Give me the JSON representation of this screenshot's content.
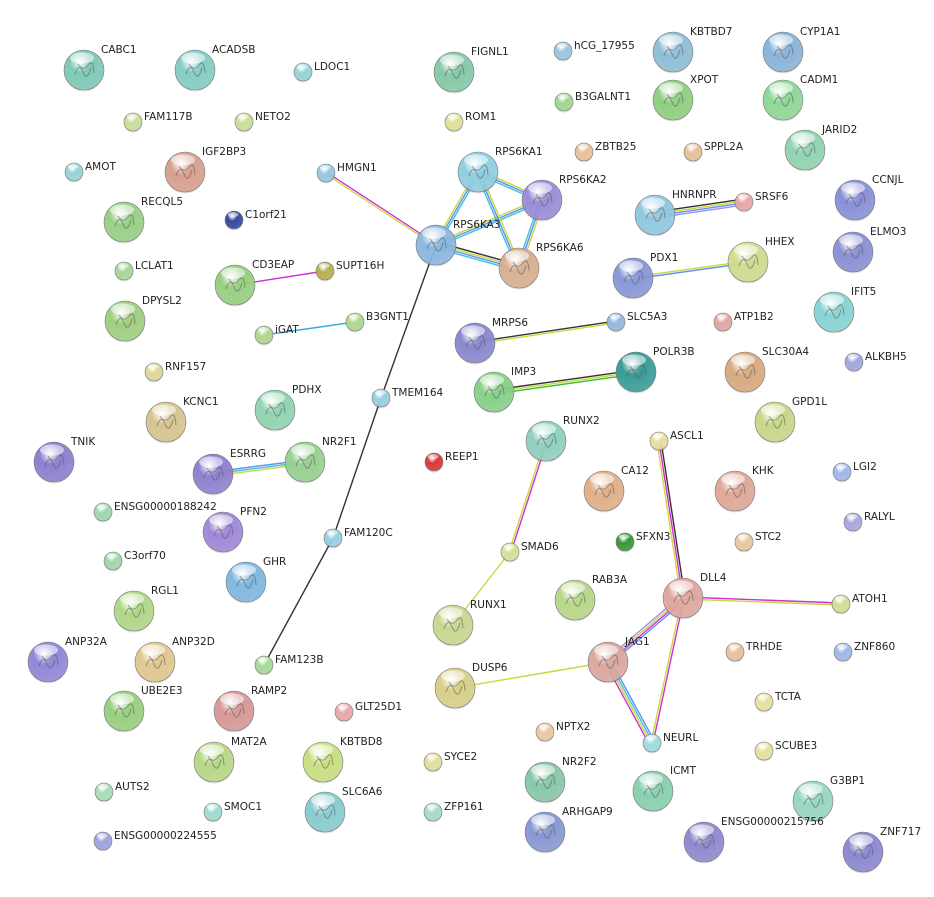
{
  "title": "STRING protein interaction network",
  "nodes": [
    {
      "label": "CABC1",
      "color": "#7fc9b8",
      "structure": true
    },
    {
      "label": "ACADSB",
      "color": "#84cdc6",
      "structure": true
    },
    {
      "label": "FIGNL1",
      "color": "#86c9a8",
      "structure": true
    },
    {
      "label": "KBTBD7",
      "color": "#8fbfd6",
      "structure": true
    },
    {
      "label": "CYP1A1",
      "color": "#8ab4d8",
      "structure": true
    },
    {
      "label": "XPOT",
      "color": "#8fd080",
      "structure": true
    },
    {
      "label": "CADM1",
      "color": "#90d898",
      "structure": true
    },
    {
      "label": "JARID2",
      "color": "#90d4b0",
      "structure": true
    },
    {
      "label": "IGF2BP3",
      "color": "#d8a090",
      "structure": true
    },
    {
      "label": "RPS6KA1",
      "color": "#90cfe0",
      "structure": true
    },
    {
      "label": "RPS6KA2",
      "color": "#9a8ed8",
      "structure": true
    },
    {
      "label": "CCNJL",
      "color": "#8a90d8",
      "structure": true
    },
    {
      "label": "RECQL5",
      "color": "#98d088",
      "structure": true
    },
    {
      "label": "HNRNPR",
      "color": "#90c8e0",
      "structure": true
    },
    {
      "label": "RPS6KA3",
      "color": "#8cb8e0",
      "structure": true
    },
    {
      "label": "RPS6KA6",
      "color": "#d8b090",
      "structure": true
    },
    {
      "label": "ELMO3",
      "color": "#8a90d4",
      "structure": true
    },
    {
      "label": "CD3EAP",
      "color": "#98d080",
      "structure": true
    },
    {
      "label": "PDX1",
      "color": "#8898d8",
      "structure": true
    },
    {
      "label": "HHEX",
      "color": "#d0dc90",
      "structure": true
    },
    {
      "label": "DPYSL2",
      "color": "#a0d080",
      "structure": true
    },
    {
      "label": "IFIT5",
      "color": "#88d4d4",
      "structure": true
    },
    {
      "label": "MRPS6",
      "color": "#8a88d0",
      "structure": true
    },
    {
      "label": "POLR3B",
      "color": "#3a9c98",
      "structure": true
    },
    {
      "label": "SLC30A4",
      "color": "#d8aa80",
      "structure": true
    },
    {
      "label": "IMP3",
      "color": "#88d088",
      "structure": true
    },
    {
      "label": "KCNC1",
      "color": "#d8c490",
      "structure": true
    },
    {
      "label": "PDHX",
      "color": "#90d4b0",
      "structure": true
    },
    {
      "label": "GPD1L",
      "color": "#c8d888",
      "structure": true
    },
    {
      "label": "TNIK",
      "color": "#8c80d0",
      "structure": true
    },
    {
      "label": "ESRRG",
      "color": "#9080d0",
      "structure": true
    },
    {
      "label": "NR2F1",
      "color": "#98d090",
      "structure": true
    },
    {
      "label": "RUNX2",
      "color": "#90d0c0",
      "structure": true
    },
    {
      "label": "CA12",
      "color": "#e0b088",
      "structure": true
    },
    {
      "label": "KHK",
      "color": "#e0a898",
      "structure": true
    },
    {
      "label": "PFN2",
      "color": "#a088d8",
      "structure": true
    },
    {
      "label": "GHR",
      "color": "#80b8e0",
      "structure": true
    },
    {
      "label": "RGL1",
      "color": "#b0d888",
      "structure": true
    },
    {
      "label": "RAB3A",
      "color": "#b8d888",
      "structure": true
    },
    {
      "label": "DLL4",
      "color": "#e0a8a0",
      "structure": true
    },
    {
      "label": "RUNX1",
      "color": "#c8d890",
      "structure": true
    },
    {
      "label": "ANP32A",
      "color": "#9088d8",
      "structure": true
    },
    {
      "label": "ANP32D",
      "color": "#e0c890",
      "structure": true
    },
    {
      "label": "JAG1",
      "color": "#dca8a0",
      "structure": true
    },
    {
      "label": "DUSP6",
      "color": "#d8d088",
      "structure": true
    },
    {
      "label": "UBE2E3",
      "color": "#98d080",
      "structure": true
    },
    {
      "label": "RAMP2",
      "color": "#d89898",
      "structure": true
    },
    {
      "label": "MAT2A",
      "color": "#b8d888",
      "structure": true
    },
    {
      "label": "KBTBD8",
      "color": "#c8e080",
      "structure": true
    },
    {
      "label": "NR2F2",
      "color": "#88c8a8",
      "structure": true
    },
    {
      "label": "ICMT",
      "color": "#88d0b0",
      "structure": true
    },
    {
      "label": "G3BP1",
      "color": "#98d8c0",
      "structure": true
    },
    {
      "label": "SLC6A6",
      "color": "#88ccd0",
      "structure": true
    },
    {
      "label": "ARHGAP9",
      "color": "#8898d4",
      "structure": true
    },
    {
      "label": "ENSG00000215756",
      "color": "#9088d0",
      "structure": true
    },
    {
      "label": "ZNF717",
      "color": "#8c88d0",
      "structure": true
    },
    {
      "label": "LDOC1",
      "color": "#98d4d8",
      "structure": false
    },
    {
      "label": "hCG_17955",
      "color": "#98c8e0",
      "structure": false
    },
    {
      "label": "B3GALNT1",
      "color": "#a0d890",
      "structure": false
    },
    {
      "label": "FAM117B",
      "color": "#c8e098",
      "structure": false
    },
    {
      "label": "NETO2",
      "color": "#c8e098",
      "structure": false
    },
    {
      "label": "ROM1",
      "color": "#e0e098",
      "structure": false
    },
    {
      "label": "ZBTB25",
      "color": "#e8c098",
      "structure": false
    },
    {
      "label": "SPPL2A",
      "color": "#e8c098",
      "structure": false
    },
    {
      "label": "AMOT",
      "color": "#98d4d8",
      "structure": false
    },
    {
      "label": "HMGN1",
      "color": "#98c8e0",
      "structure": false
    },
    {
      "label": "C1orf21",
      "color": "#3848a0",
      "structure": false
    },
    {
      "label": "SRSF6",
      "color": "#e8a8a8",
      "structure": false
    },
    {
      "label": "LCLAT1",
      "color": "#a8d898",
      "structure": false
    },
    {
      "label": "SUPT16H",
      "color": "#b8b050",
      "structure": false
    },
    {
      "label": "B3GNT1",
      "color": "#b0d890",
      "structure": false
    },
    {
      "label": "iGAT",
      "color": "#b0d890",
      "structure": false
    },
    {
      "label": "SLC5A3",
      "color": "#98b8e0",
      "structure": false
    },
    {
      "label": "ATP1B2",
      "color": "#e0a8a0",
      "structure": false
    },
    {
      "label": "RNF157",
      "color": "#e0d898",
      "structure": false
    },
    {
      "label": "ALKBH5",
      "color": "#a0a8e0",
      "structure": false
    },
    {
      "label": "TMEM164",
      "color": "#98d0e0",
      "structure": false
    },
    {
      "label": "ASCL1",
      "color": "#e8e0a0",
      "structure": false
    },
    {
      "label": "REEP1",
      "color": "#d83838",
      "structure": false
    },
    {
      "label": "LGI2",
      "color": "#a0b8e8",
      "structure": false
    },
    {
      "label": "ENSG00000188242",
      "color": "#a0d8b0",
      "structure": false
    },
    {
      "label": "RALYL",
      "color": "#a8a8e0",
      "structure": false
    },
    {
      "label": "FAM120C",
      "color": "#98d0e0",
      "structure": false
    },
    {
      "label": "STC2",
      "color": "#e8c8a0",
      "structure": false
    },
    {
      "label": "SFXN3",
      "color": "#389838",
      "structure": false
    },
    {
      "label": "SMAD6",
      "color": "#d8e098",
      "structure": false
    },
    {
      "label": "C3orf70",
      "color": "#a0d8a8",
      "structure": false
    },
    {
      "label": "ATOH1",
      "color": "#d0e098",
      "structure": false
    },
    {
      "label": "FAM123B",
      "color": "#a8d898",
      "structure": false
    },
    {
      "label": "TRHDE",
      "color": "#e8c0a0",
      "structure": false
    },
    {
      "label": "ZNF860",
      "color": "#a0b8e8",
      "structure": false
    },
    {
      "label": "NEURL",
      "color": "#a0dce0",
      "structure": false
    },
    {
      "label": "TCTA",
      "color": "#e8e0a0",
      "structure": false
    },
    {
      "label": "GLT25D1",
      "color": "#e8a8a8",
      "structure": false
    },
    {
      "label": "NPTX2",
      "color": "#e8c8a0",
      "structure": false
    },
    {
      "label": "SYCE2",
      "color": "#e0e0a0",
      "structure": false
    },
    {
      "label": "SCUBE3",
      "color": "#e8e0a0",
      "structure": false
    },
    {
      "label": "AUTS2",
      "color": "#a8dcb8",
      "structure": false
    },
    {
      "label": "SMOC1",
      "color": "#a0dcd0",
      "structure": false
    },
    {
      "label": "ZFP161",
      "color": "#a8dcc8",
      "structure": false
    },
    {
      "label": "ENSG00000224555",
      "color": "#a0a0e0",
      "structure": false
    }
  ],
  "edges": [
    {
      "a": "HMGN1",
      "b": "RPS6KA3",
      "colors": [
        "#d030d0",
        "#c8d840"
      ]
    },
    {
      "a": "RPS6KA3",
      "b": "RPS6KA1",
      "colors": [
        "#c8d840",
        "#6090f0",
        "#40c0e0"
      ]
    },
    {
      "a": "RPS6KA3",
      "b": "RPS6KA2",
      "colors": [
        "#c8d840",
        "#6090f0",
        "#40c0e0"
      ]
    },
    {
      "a": "RPS6KA3",
      "b": "RPS6KA6",
      "colors": [
        "#333333",
        "#c8d840",
        "#6090f0",
        "#40c0e0"
      ]
    },
    {
      "a": "RPS6KA1",
      "b": "RPS6KA2",
      "colors": [
        "#c8d840",
        "#6090f0",
        "#40c0e0"
      ]
    },
    {
      "a": "RPS6KA1",
      "b": "RPS6KA6",
      "colors": [
        "#c8d840",
        "#6090f0",
        "#40c0e0"
      ]
    },
    {
      "a": "RPS6KA2",
      "b": "RPS6KA6",
      "colors": [
        "#c8d840",
        "#6090f0",
        "#40c0e0"
      ]
    },
    {
      "a": "RPS6KA3",
      "b": "TMEM164",
      "colors": [
        "#333333"
      ]
    },
    {
      "a": "TMEM164",
      "b": "FAM120C",
      "colors": [
        "#333333"
      ]
    },
    {
      "a": "FAM120C",
      "b": "FAM123B",
      "colors": [
        "#333333"
      ]
    },
    {
      "a": "CD3EAP",
      "b": "SUPT16H",
      "colors": [
        "#d030d0"
      ]
    },
    {
      "a": "iGAT",
      "b": "B3GNT1",
      "colors": [
        "#30b0d8"
      ]
    },
    {
      "a": "ESRRG",
      "b": "NR2F1",
      "colors": [
        "#6090f0",
        "#40c0e0",
        "#c8d840"
      ]
    },
    {
      "a": "HNRNPR",
      "b": "SRSF6",
      "colors": [
        "#333333",
        "#c8d840",
        "#6090f0",
        "#a090f0"
      ]
    },
    {
      "a": "PDX1",
      "b": "HHEX",
      "colors": [
        "#c8d840",
        "#6090f0"
      ]
    },
    {
      "a": "MRPS6",
      "b": "SLC5A3",
      "colors": [
        "#333333",
        "#c8d840"
      ]
    },
    {
      "a": "IMP3",
      "b": "POLR3B",
      "colors": [
        "#333333",
        "#c8d840",
        "#30c030"
      ]
    },
    {
      "a": "RUNX2",
      "b": "SMAD6",
      "colors": [
        "#d030d0",
        "#c8d840"
      ]
    },
    {
      "a": "SMAD6",
      "b": "RUNX1",
      "colors": [
        "#c8d840"
      ]
    },
    {
      "a": "ASCL1",
      "b": "DLL4",
      "colors": [
        "#333333",
        "#d030d0",
        "#c8d840"
      ]
    },
    {
      "a": "DLL4",
      "b": "ATOH1",
      "colors": [
        "#d030d0",
        "#c8d840"
      ]
    },
    {
      "a": "DLL4",
      "b": "JAG1",
      "colors": [
        "#6090f0",
        "#d030d0",
        "#c8d840",
        "#a090f0"
      ]
    },
    {
      "a": "DLL4",
      "b": "NEURL",
      "colors": [
        "#d030d0",
        "#c8d840"
      ]
    },
    {
      "a": "JAG1",
      "b": "NEURL",
      "colors": [
        "#6090f0",
        "#40c0e0",
        "#c8d840",
        "#d030d0"
      ]
    },
    {
      "a": "JAG1",
      "b": "DUSP6",
      "colors": [
        "#c8d840"
      ]
    }
  ]
}
